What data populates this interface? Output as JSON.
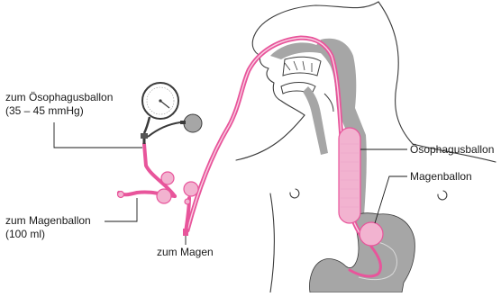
{
  "labels": {
    "esophagus_balloon_line1": "zum Ösophagusballon",
    "esophagus_balloon_line2": "(35 – 45 mmHg)",
    "gastric_balloon_line1": "zum Magenballon",
    "gastric_balloon_line2": "(100 ml)",
    "to_stomach": "zum Magen",
    "esophagus_balloon": "Ösophagusballon",
    "gastric_balloon": "Magenballon"
  },
  "colors": {
    "tube": "#e8559b",
    "balloon": "#f2b3d0",
    "organ_gray": "#a6a6a6",
    "outline": "#3a3a3a"
  }
}
